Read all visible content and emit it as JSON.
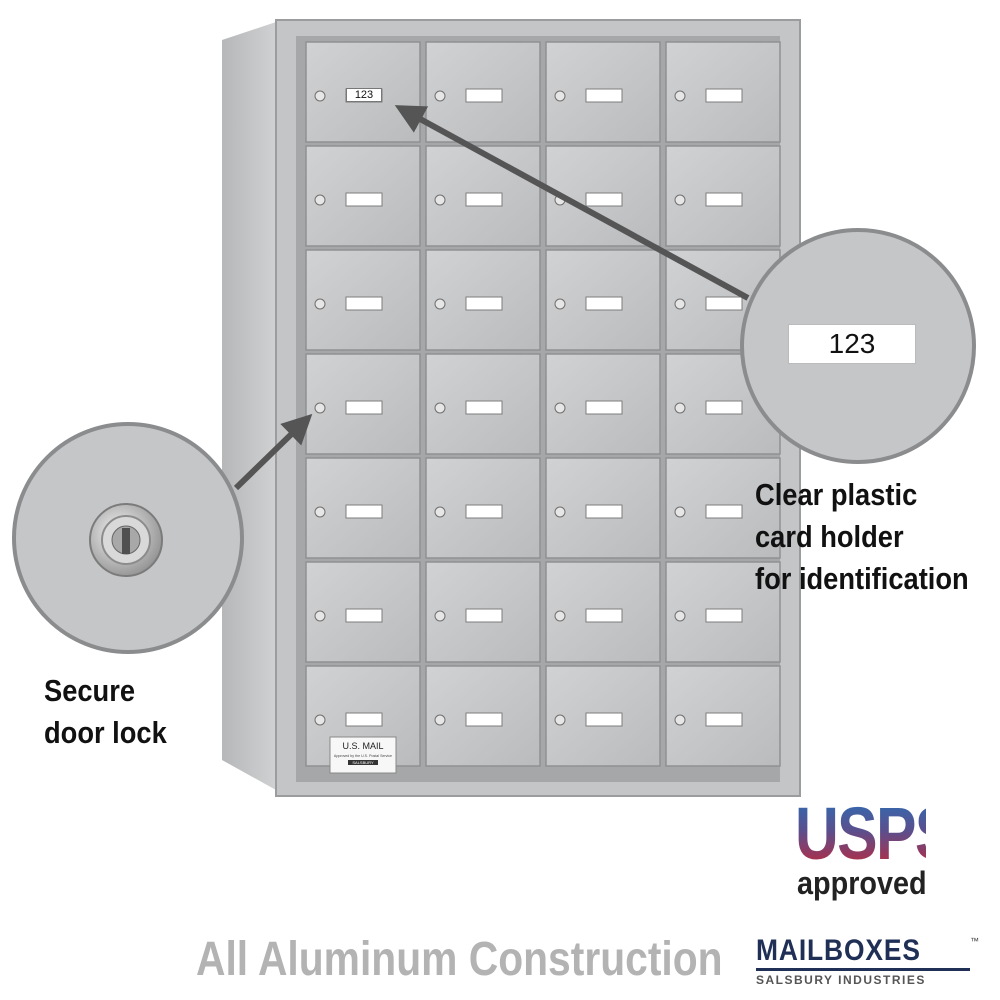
{
  "photo": {
    "slot_number": "123",
    "door_rows": 7,
    "door_cols": 4,
    "mail_plate": {
      "title": "U.S. MAIL",
      "approval": "Approved by the U.S. Postal Service",
      "brand": "SALSBURY"
    }
  },
  "callouts": {
    "card_holder": {
      "zoom_number": "123",
      "label_lines": [
        "Clear plastic",
        "card holder",
        "for identification"
      ]
    },
    "lock": {
      "label_lines": [
        "Secure",
        "door lock"
      ]
    }
  },
  "badge": {
    "main": "USPS",
    "sub": "approved"
  },
  "footer": {
    "tagline": "All Aluminum Construction",
    "brand_name": "MAILBOXES",
    "brand_tag": "SALSBURY INDUSTRIES",
    "trademark": "™"
  },
  "colors": {
    "aluminum": "#c6c8ca",
    "aluminum_dark": "#a9abad",
    "label_text": "#111111",
    "tagline": "#b3b3b3",
    "brand": "#1f2f55"
  }
}
